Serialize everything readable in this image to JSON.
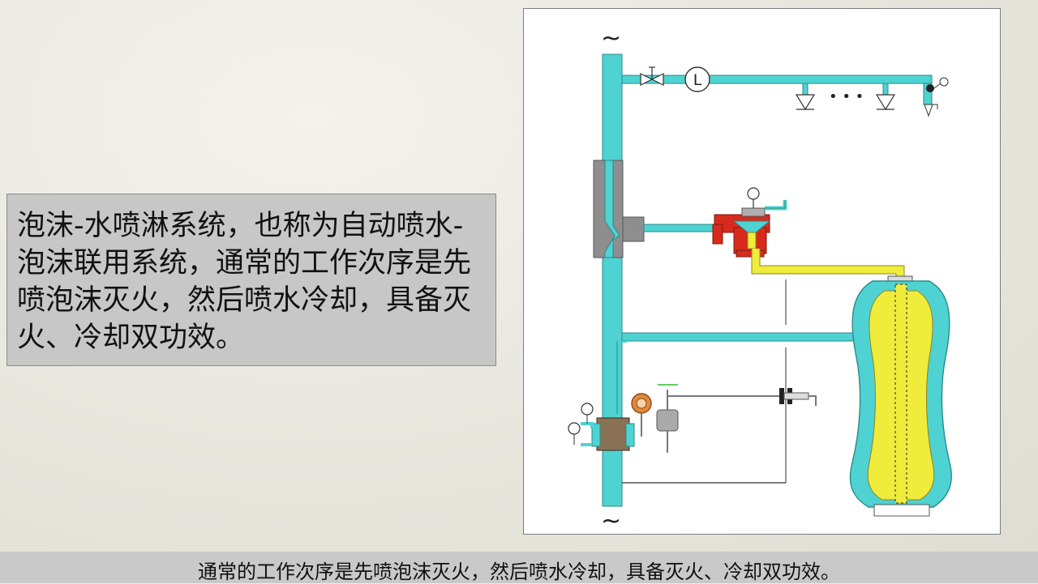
{
  "description_text": "泡沫-水喷淋系统，也称为自动喷水-泡沫联用系统，通常的工作次序是先喷泡沫灭火，然后喷水冷却，具备灭火、冷却双功效。",
  "subtitle": "通常的工作次序是先喷泡沫灭火，然后喷水冷却，具备灭火、冷却双功效。",
  "diagram": {
    "pipe_break_symbol": "~",
    "flow_indicator_label": "L",
    "sprinkler_ellipsis": "• • •",
    "colors": {
      "water": "#4fd2d2",
      "foam": "#f0ec3c",
      "valve_red": "#d82a1c",
      "mixer_gray": "#8e8e8e",
      "panel_bg": "#c7c7c7"
    }
  }
}
